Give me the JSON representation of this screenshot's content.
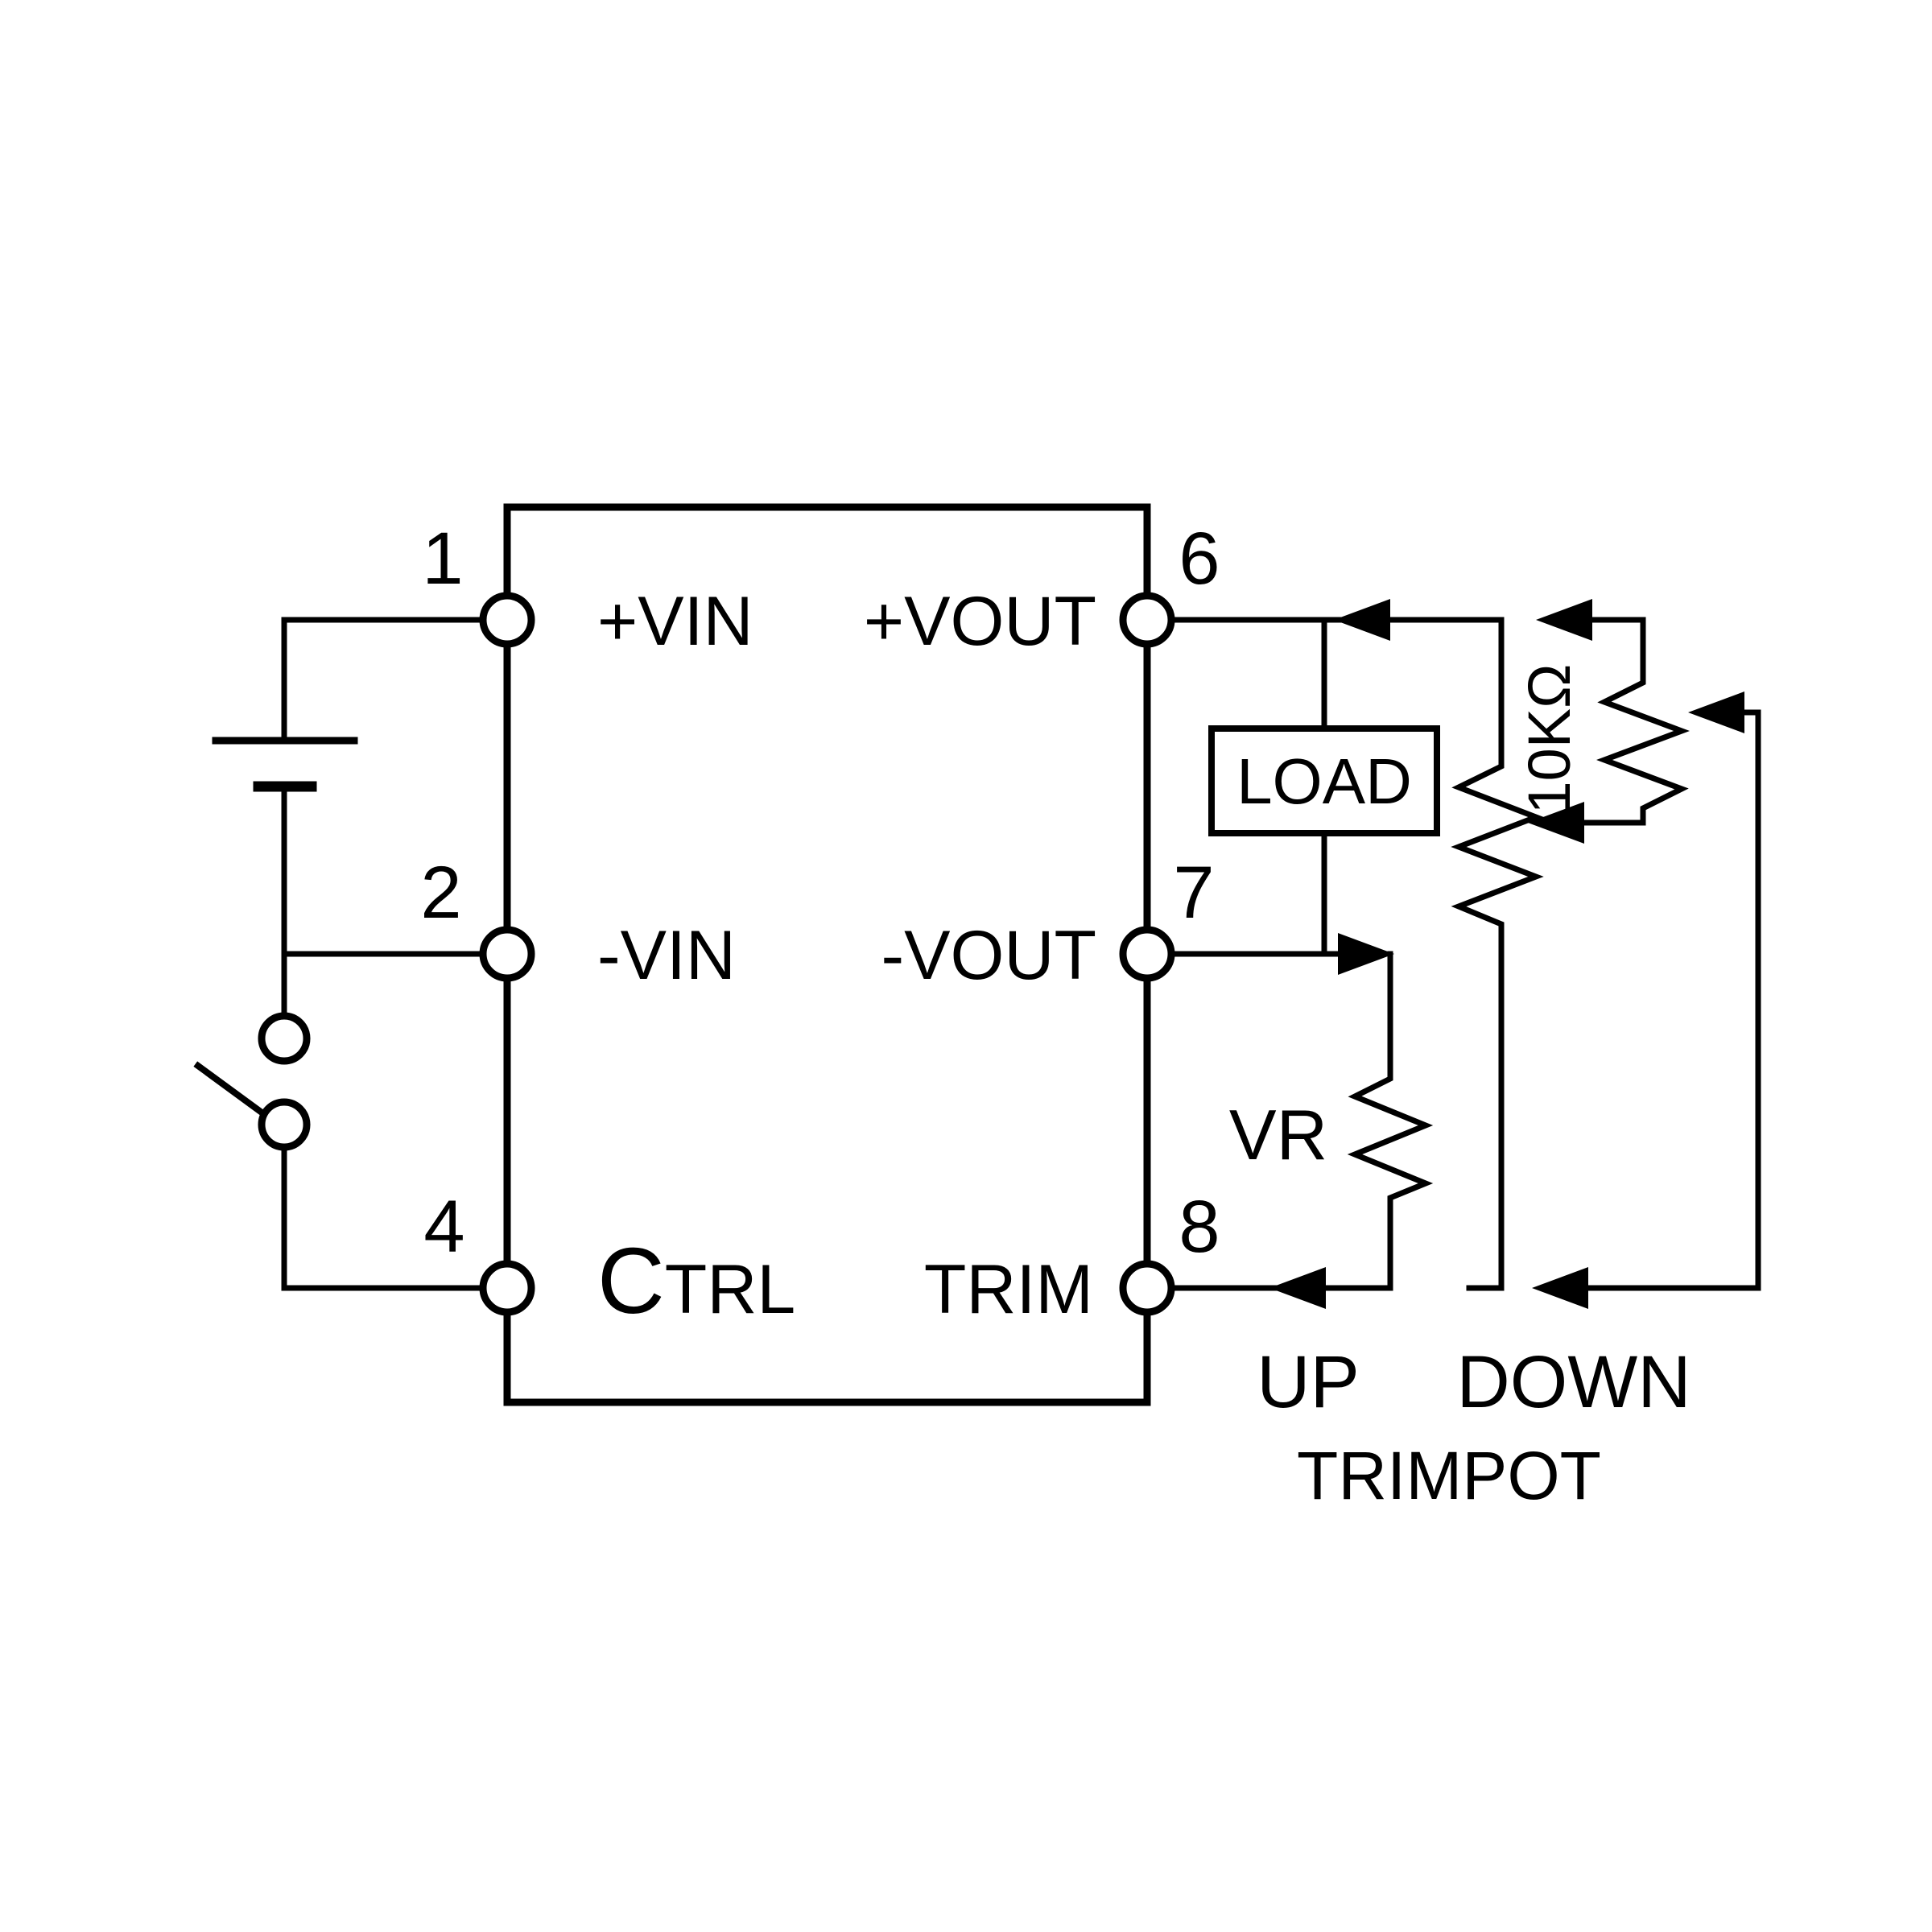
{
  "colors": {
    "background": "#ffffff",
    "line": "#000000"
  },
  "module": {
    "pins": {
      "pin1": {
        "number": "1",
        "name": "+VIN"
      },
      "pin2": {
        "number": "2",
        "name": "-VIN"
      },
      "pin4": {
        "number": "4",
        "name_first_letter": "C",
        "name_rest": "TRL"
      },
      "pin6": {
        "number": "6",
        "name": "+VOUT"
      },
      "pin7": {
        "number": "7",
        "name": "-VOUT"
      },
      "pin8": {
        "number": "8",
        "name": "TRIM"
      }
    }
  },
  "external": {
    "load_label": "LOAD",
    "trimpot_resistance": "10KΩ",
    "vr_label": "VR",
    "up_label": "UP",
    "down_label": "DOWN",
    "trimpot_label": "TRIMPOT"
  }
}
